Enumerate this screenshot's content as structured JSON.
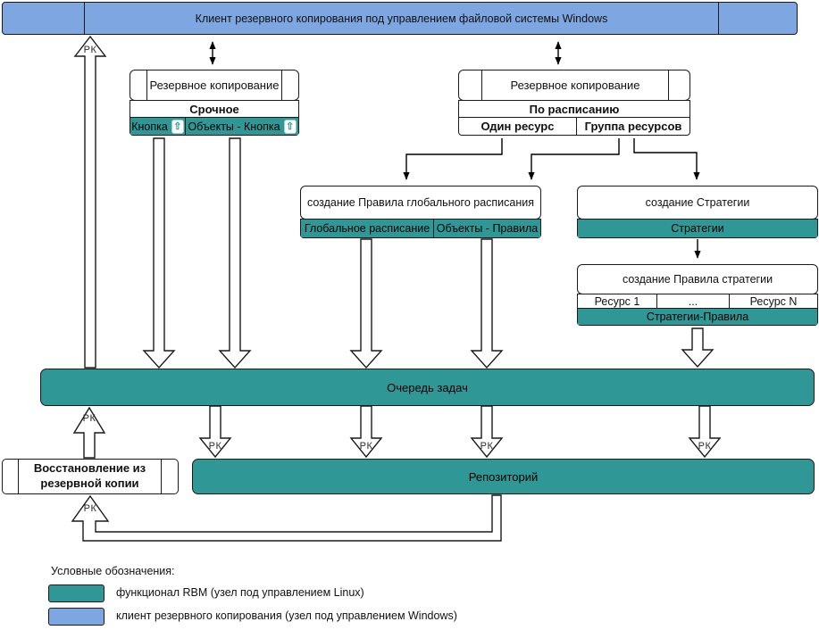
{
  "diagram": {
    "client_bar": {
      "label": "Клиент резервного копирования под управлением файловой системы Windows"
    },
    "rk_label": "РК",
    "upload_icon_glyph": "⇧",
    "backup_urgent": {
      "title": "Резервное копирование",
      "mode": "Срочное",
      "cells": [
        {
          "label": "Кнопка"
        },
        {
          "label": "Объекты - Кнопка"
        }
      ]
    },
    "backup_scheduled": {
      "title": "Резервное копирование",
      "mode": "По расписанию",
      "cells": [
        {
          "label": "Один ресурс"
        },
        {
          "label": "Группа ресурсов"
        }
      ]
    },
    "global_schedule": {
      "title": "создание Правила глобального расписания",
      "cells": [
        {
          "label": "Глобальное расписание"
        },
        {
          "label": "Объекты - Правила"
        }
      ]
    },
    "strategy": {
      "title": "создание Стратегии",
      "store": "Стратегии"
    },
    "strategy_rule": {
      "title": "создание Правила стратегии",
      "cells": [
        {
          "label": "Ресурс 1"
        },
        {
          "label": "..."
        },
        {
          "label": "Ресурс N"
        }
      ],
      "store": "Стратегии-Правила"
    },
    "task_queue": {
      "label": "Очередь задач"
    },
    "restore": {
      "line1": "Восстановление из",
      "line2": "резервной копии"
    },
    "repository": {
      "label": "Репозиторий"
    }
  },
  "legend": {
    "title": "Условные обозначения:",
    "items": [
      {
        "color": "#2f9796",
        "label": "функционал RBM (узел под управлением Linux)"
      },
      {
        "color": "#7ea6e0",
        "label": "клиент резервного копирования (узел под управлением Windows)"
      }
    ]
  },
  "colors": {
    "teal": "#2f9796",
    "blue": "#7ea6e0",
    "border": "#1a1a1a"
  }
}
